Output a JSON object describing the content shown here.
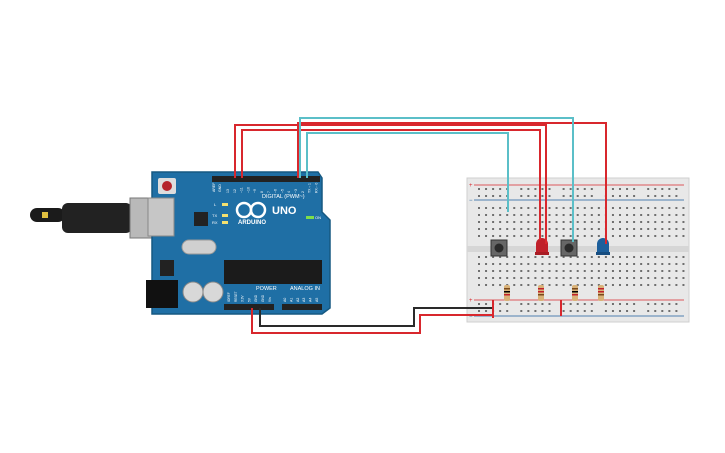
{
  "board": {
    "brand": "ARDUINO",
    "model": "UNO",
    "digital_header": "DIGITAL (PWM~)",
    "power_header": "POWER",
    "analog_header": "ANALOG IN",
    "on_led": "ON",
    "tx": "TX",
    "rx": "RX",
    "l_led": "L",
    "aref": "AREF",
    "gnd": "GND",
    "pins_top": [
      "13",
      "12",
      "~11",
      "~10",
      "~9",
      "8",
      "7",
      "~6",
      "~5",
      "4",
      "~3",
      "2",
      "TX→1",
      "RX←0"
    ],
    "pins_power": [
      "IOREF",
      "RESET",
      "3.3V",
      "5V",
      "GND",
      "GND",
      "Vin"
    ],
    "pins_analog": [
      "A0",
      "A1",
      "A2",
      "A3",
      "A4",
      "A5"
    ]
  },
  "breadboard": {
    "plus": "+",
    "minus": "−"
  },
  "colors": {
    "wire_red": "#d8272d",
    "wire_teal": "#5bbfc8",
    "wire_black": "#2a2a2a",
    "board_blue": "#1f6fa5",
    "led_red": "#c0202a",
    "led_blue": "#1c5f9c"
  }
}
